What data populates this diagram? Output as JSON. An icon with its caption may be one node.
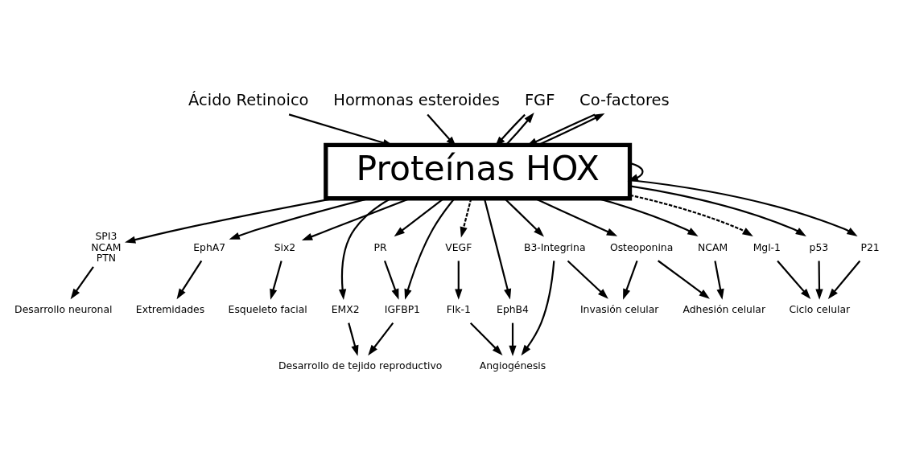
{
  "diagram": {
    "nodes": [
      {
        "text": [
          "Ácido Retinoico"
        ]
      },
      {
        "text": [
          "Hormonas esteroides"
        ]
      },
      {
        "text": [
          "FGF"
        ]
      },
      {
        "text": [
          "Co-factores"
        ]
      },
      {
        "text": [
          "Proteínas HOX"
        ]
      },
      {
        "text": [
          "SPI3",
          "NCAM",
          "PTN"
        ]
      },
      {
        "text": [
          "EphA7"
        ]
      },
      {
        "text": [
          "Six2"
        ]
      },
      {
        "text": [
          "EMX2"
        ]
      },
      {
        "text": [
          "PR"
        ]
      },
      {
        "text": [
          "IGFBP1"
        ]
      },
      {
        "text": [
          "VEGF"
        ]
      },
      {
        "text": [
          "EphB4"
        ]
      },
      {
        "text": [
          "Osteoponina"
        ]
      },
      {
        "text": [
          "Flk-1"
        ]
      },
      {
        "text": [
          "B3-Integrina"
        ]
      },
      {
        "text": [
          "NCAM"
        ]
      },
      {
        "text": [
          "Mgl-1"
        ]
      },
      {
        "text": [
          "p53"
        ]
      },
      {
        "text": [
          "P21"
        ]
      },
      {
        "text": [
          "Desarrollo neuronal"
        ]
      },
      {
        "text": [
          "Extremidades"
        ]
      },
      {
        "text": [
          "Esqueleto facial"
        ]
      },
      {
        "text": [
          "Desarrollo de tejido reproductivo"
        ]
      },
      {
        "text": [
          "Angiogénesis"
        ]
      },
      {
        "text": [
          "Invasión celular"
        ]
      },
      {
        "text": [
          "Adhesión celular"
        ]
      },
      {
        "text": [
          "Ciclo celular"
        ]
      }
    ],
    "edges": [
      {
        "from": 0,
        "to": 4,
        "arrow": "to"
      },
      {
        "from": 1,
        "to": 4,
        "arrow": "to"
      },
      {
        "from": 2,
        "to": 4,
        "arrow": "to"
      },
      {
        "from": 4,
        "to": 2,
        "arrow": "to"
      },
      {
        "from": 4,
        "to": 4,
        "arrow": "to"
      },
      {
        "from": 3,
        "to": 4,
        "arrow": "to"
      },
      {
        "from": 4,
        "to": 3,
        "arrow": "to"
      },
      {
        "from": 4,
        "to": 5,
        "arrow": "to"
      },
      {
        "from": 4,
        "to": 6,
        "arrow": "to"
      },
      {
        "from": 4,
        "to": 7,
        "arrow": "to"
      },
      {
        "from": 4,
        "to": 8,
        "arrow": "to"
      },
      {
        "from": 4,
        "to": 9,
        "arrow": "to"
      },
      {
        "from": 4,
        "to": 10,
        "arrow": "to"
      },
      {
        "from": 9,
        "to": 10,
        "arrow": "to"
      },
      {
        "from": 4,
        "to": 11,
        "arrow": "to",
        "style": "dashed"
      },
      {
        "from": 4,
        "to": 12,
        "arrow": "to"
      },
      {
        "from": 4,
        "to": 15,
        "arrow": "to"
      },
      {
        "from": 4,
        "to": 13,
        "arrow": "to"
      },
      {
        "from": 4,
        "to": 16,
        "arrow": "to"
      },
      {
        "from": 4,
        "to": 17,
        "arrow": "to",
        "style": "dashed"
      },
      {
        "from": 4,
        "to": 18,
        "arrow": "to"
      },
      {
        "from": 4,
        "to": 19,
        "arrow": "to"
      },
      {
        "from": 5,
        "to": 20,
        "arrow": "to"
      },
      {
        "from": 6,
        "to": 21,
        "arrow": "to"
      },
      {
        "from": 7,
        "to": 22,
        "arrow": "to"
      },
      {
        "from": 8,
        "to": 23,
        "arrow": "to"
      },
      {
        "from": 10,
        "to": 23,
        "arrow": "to"
      },
      {
        "from": 11,
        "to": 14,
        "arrow": "to"
      },
      {
        "from": 14,
        "to": 24,
        "arrow": "to"
      },
      {
        "from": 12,
        "to": 24,
        "arrow": "to"
      },
      {
        "from": 15,
        "to": 24,
        "arrow": "to"
      },
      {
        "from": 15,
        "to": 25,
        "arrow": "to"
      },
      {
        "from": 13,
        "to": 25,
        "arrow": "to"
      },
      {
        "from": 13,
        "to": 26,
        "arrow": "to"
      },
      {
        "from": 16,
        "to": 26,
        "arrow": "to"
      },
      {
        "from": 17,
        "to": 27,
        "arrow": "to"
      },
      {
        "from": 18,
        "to": 27,
        "arrow": "to"
      },
      {
        "from": 19,
        "to": 27,
        "arrow": "to"
      }
    ]
  }
}
